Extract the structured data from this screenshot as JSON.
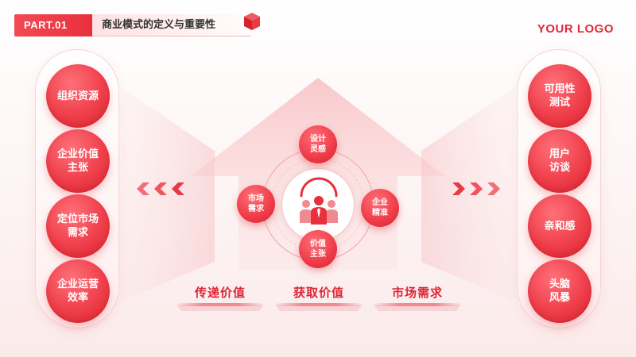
{
  "header": {
    "part_label": "PART.01",
    "title": "商业模式的定义与重要性",
    "logo": "YOUR LOGO"
  },
  "left_items": [
    "组织资源",
    "企业价值\n主张",
    "定位市场\n需求",
    "企业运营\n效率"
  ],
  "right_items": [
    "可用性\n测试",
    "用户\n访谈",
    "亲和感",
    "头脑\n风暴"
  ],
  "hub": {
    "top": "设计\n灵感",
    "left": "市场\n需求",
    "right": "企业\n精准",
    "bottom": "价值\n主张"
  },
  "bottom_labels": [
    "传递价值",
    "获取价值",
    "市场需求"
  ],
  "colors": {
    "accent": "#e8303c",
    "accent_light": "#f6b3b7",
    "background": "#fdf3f3"
  },
  "icons": {
    "core": "team-people-icon",
    "left_arrows": "chevron-left-icon",
    "right_arrows": "chevron-right-icon",
    "deco": "cube-icon"
  }
}
